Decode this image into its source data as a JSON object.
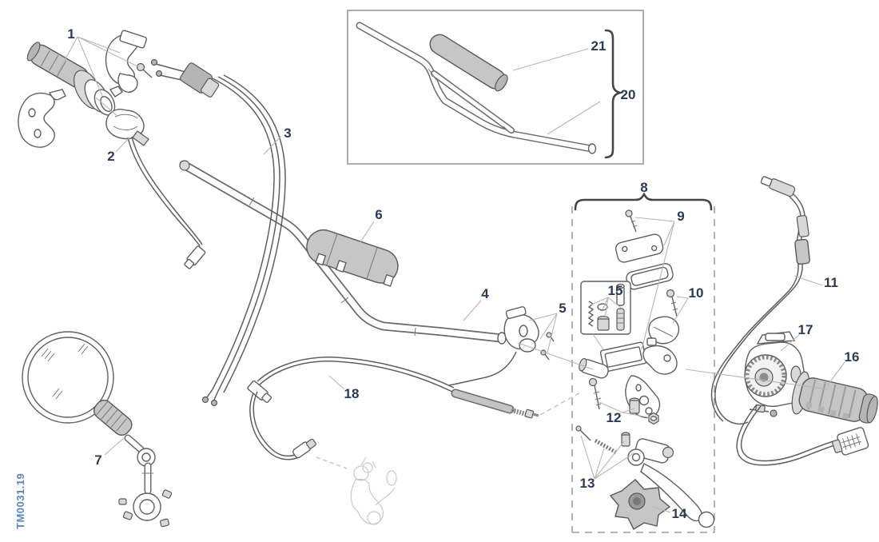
{
  "diagram": {
    "title_hidden": "",
    "doc_code": "TM0031.19",
    "part_labels": {
      "1": "1",
      "2": "2",
      "3": "3",
      "4": "4",
      "5": "5",
      "6": "6",
      "7": "7",
      "8": "8",
      "9": "9",
      "10": "10",
      "11": "11",
      "12": "12",
      "13": "13",
      "14": "14",
      "15": "15",
      "16": "16",
      "17": "17",
      "18": "18",
      "20": "20",
      "21": "21"
    },
    "colors": {
      "part_number": "#2a3a57",
      "doc_code": "#5b84c4",
      "line": "#5f5f5f",
      "shaded_fill": "#c6c6c6",
      "background": "#ffffff"
    }
  }
}
